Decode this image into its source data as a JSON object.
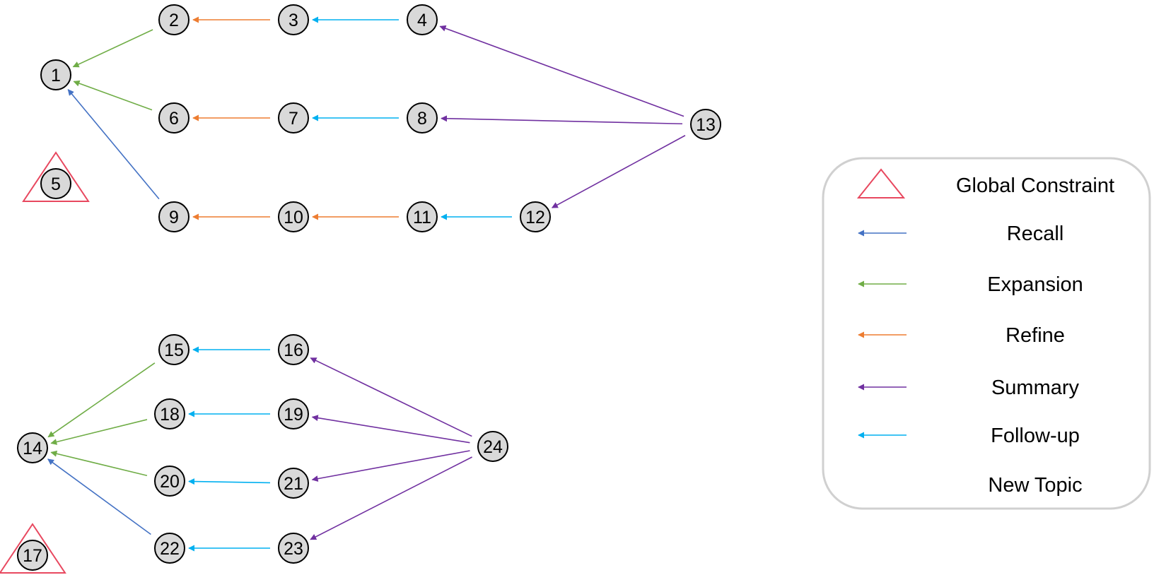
{
  "colors": {
    "recall": "#4472c4",
    "expansion": "#70ad47",
    "refine": "#ed7d31",
    "summary": "#7030a0",
    "followup": "#00b0f0",
    "constraint": "#e8485f",
    "node_fill": "#d9d9d9"
  },
  "nodes": [
    "1",
    "2",
    "3",
    "4",
    "5",
    "6",
    "7",
    "8",
    "9",
    "10",
    "11",
    "12",
    "13",
    "14",
    "15",
    "16",
    "17",
    "18",
    "19",
    "20",
    "21",
    "22",
    "23",
    "24"
  ],
  "legend": {
    "items": [
      {
        "label": "Global Constraint",
        "marker": "triangle"
      },
      {
        "label": "Recall",
        "marker": "recall"
      },
      {
        "label": "Expansion",
        "marker": "expansion"
      },
      {
        "label": "Refine",
        "marker": "refine"
      },
      {
        "label": "Summary",
        "marker": "summary"
      },
      {
        "label": "Follow-up",
        "marker": "followup"
      },
      {
        "label": "New Topic",
        "marker": "none"
      }
    ]
  },
  "edges": [
    {
      "from": "2",
      "to": "1",
      "type": "expansion"
    },
    {
      "from": "6",
      "to": "1",
      "type": "expansion"
    },
    {
      "from": "9",
      "to": "1",
      "type": "recall"
    },
    {
      "from": "3",
      "to": "2",
      "type": "refine"
    },
    {
      "from": "4",
      "to": "3",
      "type": "followup"
    },
    {
      "from": "7",
      "to": "6",
      "type": "refine"
    },
    {
      "from": "8",
      "to": "7",
      "type": "followup"
    },
    {
      "from": "10",
      "to": "9",
      "type": "refine"
    },
    {
      "from": "11",
      "to": "10",
      "type": "refine"
    },
    {
      "from": "12",
      "to": "11",
      "type": "followup"
    },
    {
      "from": "13",
      "to": "4",
      "type": "summary"
    },
    {
      "from": "13",
      "to": "8",
      "type": "summary"
    },
    {
      "from": "13",
      "to": "12",
      "type": "summary"
    },
    {
      "from": "15",
      "to": "14",
      "type": "expansion"
    },
    {
      "from": "18",
      "to": "14",
      "type": "expansion"
    },
    {
      "from": "20",
      "to": "14",
      "type": "expansion"
    },
    {
      "from": "22",
      "to": "14",
      "type": "recall"
    },
    {
      "from": "16",
      "to": "15",
      "type": "followup"
    },
    {
      "from": "19",
      "to": "18",
      "type": "followup"
    },
    {
      "from": "21",
      "to": "20",
      "type": "followup"
    },
    {
      "from": "23",
      "to": "22",
      "type": "followup"
    },
    {
      "from": "24",
      "to": "16",
      "type": "summary"
    },
    {
      "from": "24",
      "to": "19",
      "type": "summary"
    },
    {
      "from": "24",
      "to": "21",
      "type": "summary"
    },
    {
      "from": "24",
      "to": "23",
      "type": "summary"
    }
  ]
}
